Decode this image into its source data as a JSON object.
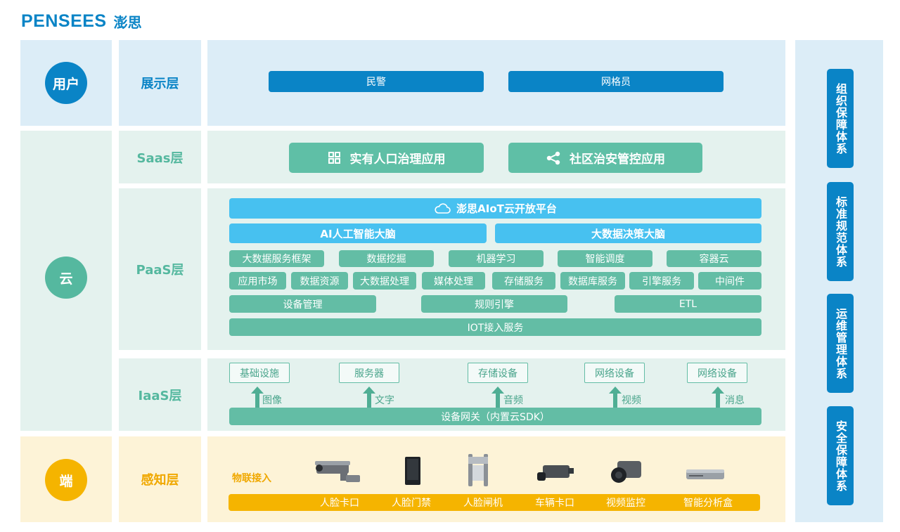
{
  "logo": {
    "text": "PENSEES",
    "cn": "澎思"
  },
  "tiers": {
    "user": "用户",
    "cloud": "云",
    "edge": "端"
  },
  "layers": {
    "presentation": "展示层",
    "saas": "Saas层",
    "paas": "PaaS层",
    "iaas": "IaaS层",
    "perception": "感知层"
  },
  "presentation_items": [
    "民警",
    "网格员"
  ],
  "saas_items": [
    "实有人口治理应用",
    "社区治安管控应用"
  ],
  "paas": {
    "platform": "澎思AIoT云开放平台",
    "brains": [
      "AI人工智能大脑",
      "大数据决策大脑"
    ],
    "row1": [
      "大数据服务框架",
      "数据挖掘",
      "机器学习",
      "智能调度",
      "容器云"
    ],
    "row2": [
      "应用市场",
      "数据资源",
      "大数据处理",
      "媒体处理",
      "存储服务",
      "数据库服务",
      "引擎服务",
      "中间件"
    ],
    "row3": [
      "设备管理",
      "规则引擎",
      "ETL"
    ],
    "row4": "IOT接入服务"
  },
  "iaas": {
    "boxes": [
      "基础设施",
      "服务器",
      "存储设备",
      "网络设备",
      "网络设备"
    ],
    "arrows": [
      "图像",
      "文字",
      "音频",
      "视频",
      "消息"
    ],
    "gateway": "设备网关（内置云SDK）"
  },
  "perception": {
    "iot_label": "物联接入",
    "devices": [
      "人脸卡口",
      "人脸门禁",
      "人脸闸机",
      "车辆卡口",
      "视频监控",
      "智能分析盒"
    ]
  },
  "systems": [
    "组织保障体系",
    "标准规范体系",
    "运维管理体系",
    "安全保障体系"
  ],
  "colors": {
    "brand_blue": "#0a84c6",
    "green": "#55b89f",
    "cyan": "#47c1f0",
    "yellow": "#f5b400"
  }
}
